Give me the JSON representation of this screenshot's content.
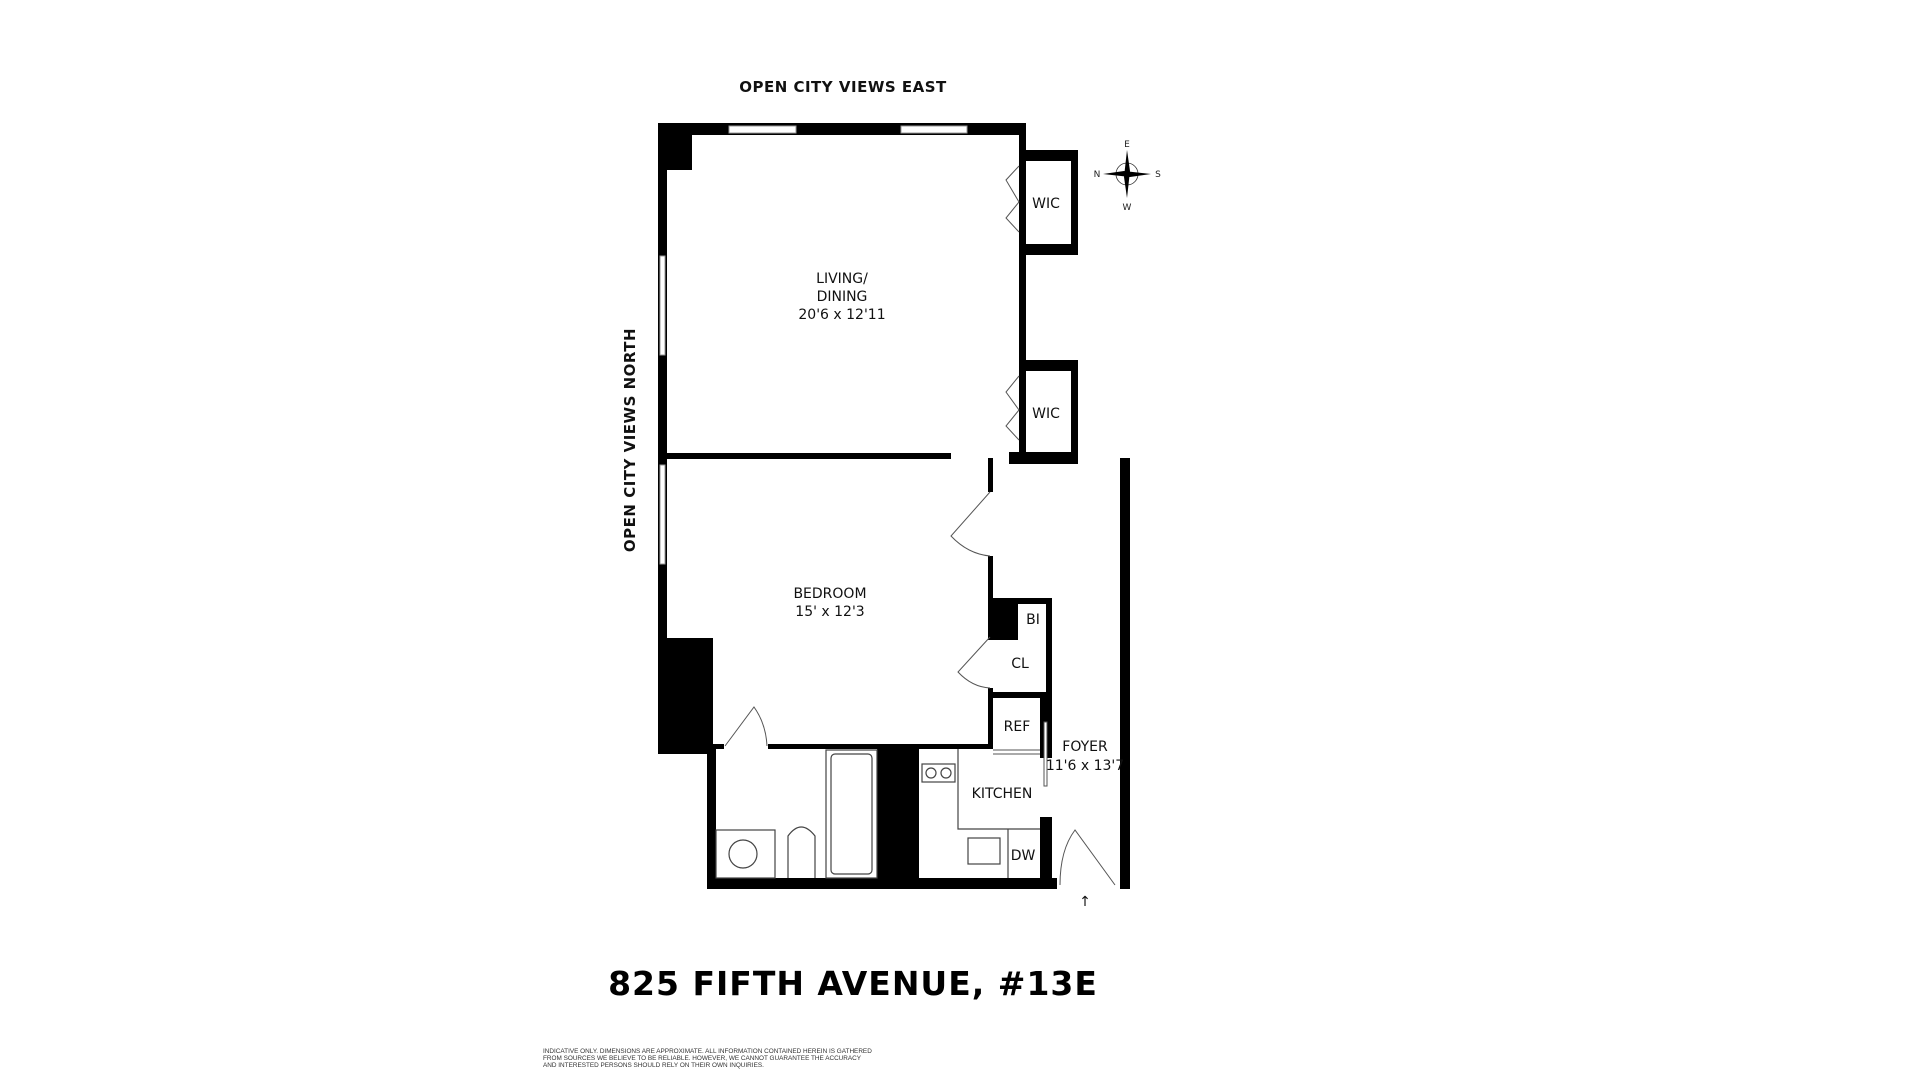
{
  "plan": {
    "view_east": "OPEN CITY VIEWS EAST",
    "view_north": "OPEN CITY VIEWS NORTH",
    "rooms": {
      "living": {
        "line1": "LIVING/",
        "line2": "DINING",
        "dims": "20'6 x 12'11"
      },
      "bedroom": {
        "name": "BEDROOM",
        "dims": "15' x 12'3"
      },
      "foyer": {
        "name": "FOYER",
        "dims": "11'6 x 13'7"
      },
      "kitchen": {
        "name": "KITCHEN"
      },
      "wic1": "WIC",
      "wic2": "WIC",
      "bi": "BI",
      "cl": "CL",
      "ref": "REF",
      "dw": "DW"
    },
    "entry_arrow": "↑"
  },
  "compass": {
    "n": "N",
    "e": "E",
    "s": "S",
    "w": "W"
  },
  "title": "825 FIFTH AVENUE, #13E",
  "disclaimer": [
    "INDICATIVE ONLY. DIMENSIONS ARE APPROXIMATE. ALL INFORMATION CONTAINED HEREIN IS GATHERED",
    "FROM SOURCES WE BELIEVE TO BE RELIABLE. HOWEVER, WE CANNOT GUARANTEE THE ACCURACY",
    "AND INTERESTED PERSONS SHOULD RELY ON THEIR OWN INQUIRIES."
  ]
}
